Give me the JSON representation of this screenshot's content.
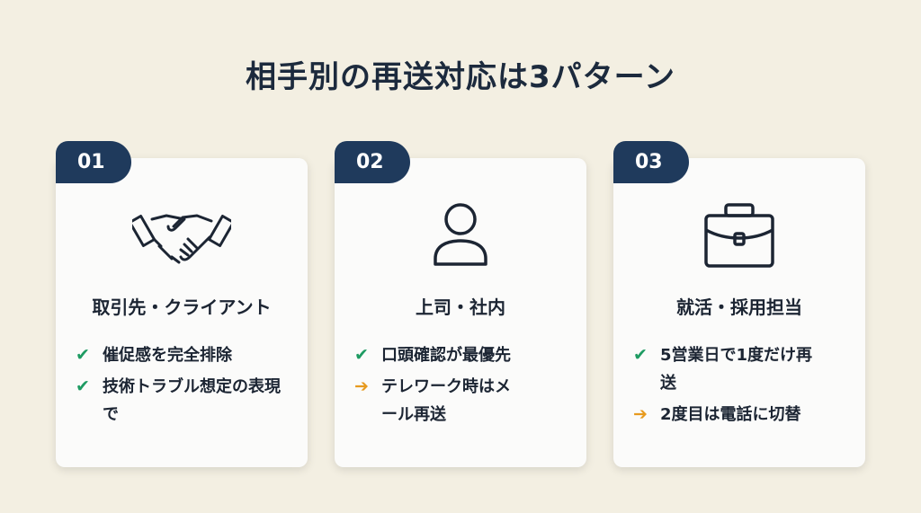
{
  "title": "相手別の再送対応は3パターン",
  "colors": {
    "badge": "#1f3a5c",
    "check": "#1e9b62",
    "arrow": "#e79a1e",
    "background": "#f3efe2"
  },
  "cards": [
    {
      "number": "01",
      "icon": "handshake-icon",
      "heading": "取引先・クライアント",
      "items": [
        {
          "type": "check",
          "text": "催促感を完全排除"
        },
        {
          "type": "check",
          "text": "技術トラブル想定の表現で"
        }
      ]
    },
    {
      "number": "02",
      "icon": "person-icon",
      "heading": "上司・社内",
      "items": [
        {
          "type": "check",
          "text": "口頭確認が最優先"
        },
        {
          "type": "arrow",
          "text": "テレワーク時はメール再送"
        }
      ]
    },
    {
      "number": "03",
      "icon": "briefcase-icon",
      "heading": "就活・採用担当",
      "items": [
        {
          "type": "check",
          "text": "5営業日で1度だけ再送"
        },
        {
          "type": "arrow",
          "text": "2度目は電話に切替"
        }
      ]
    }
  ]
}
